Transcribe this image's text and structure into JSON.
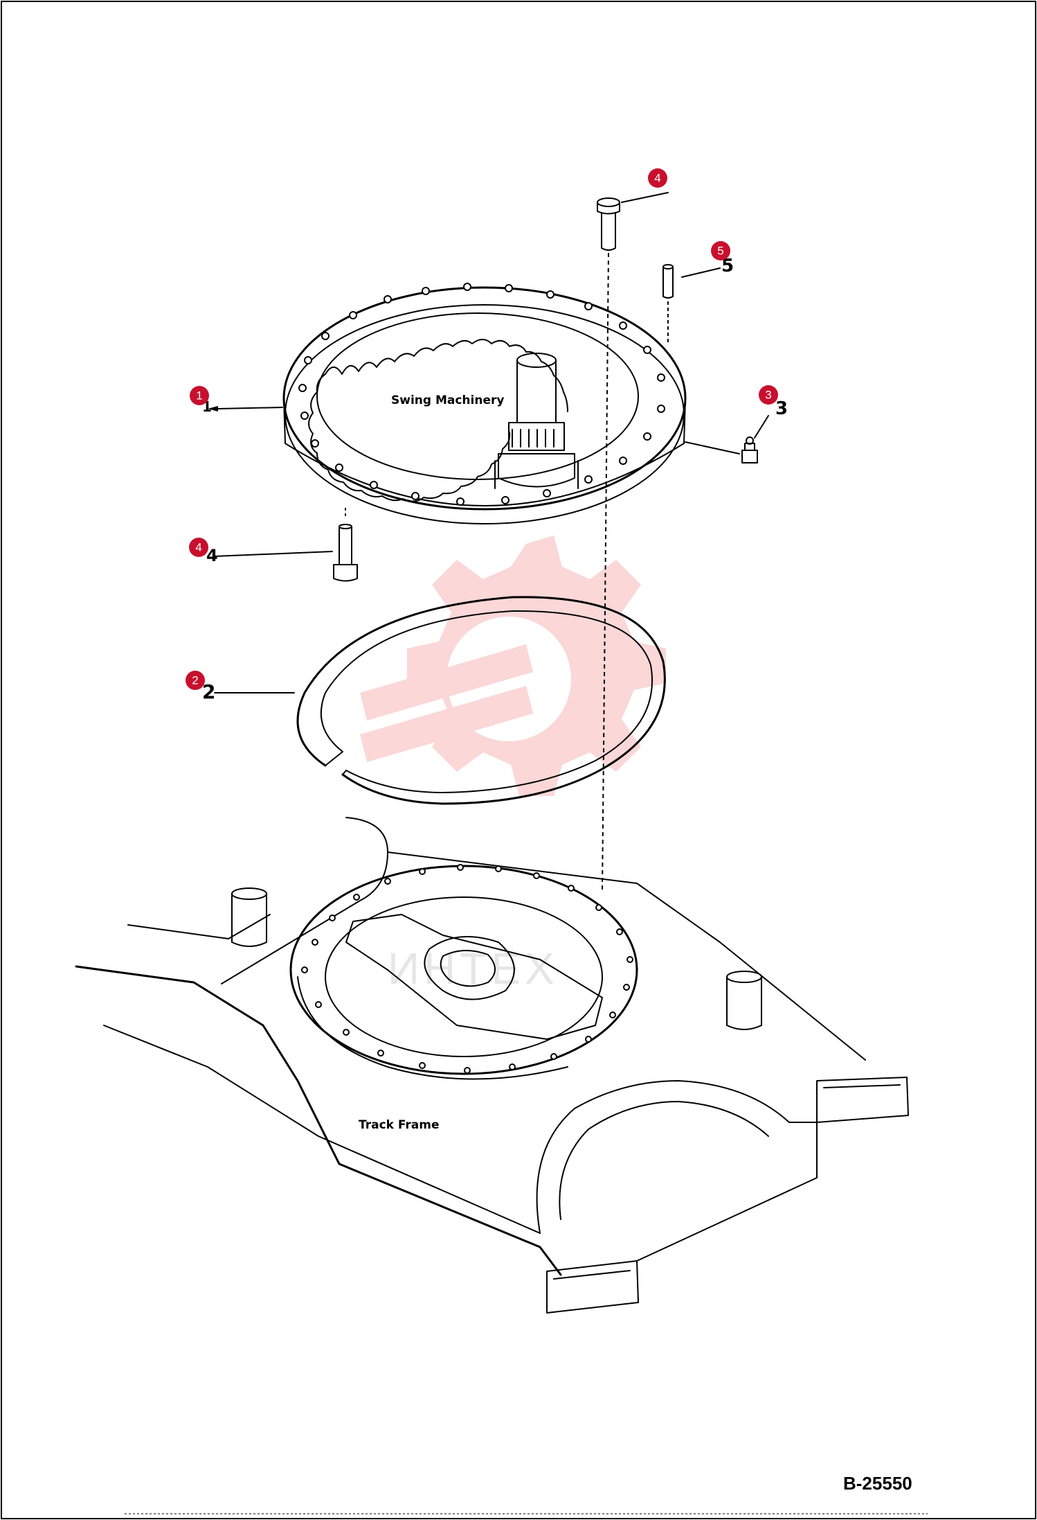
{
  "diagram": {
    "labels": {
      "swing_machinery": "Swing Machinery",
      "track_frame": "Track Frame",
      "drawing_code": "B-25550"
    },
    "callouts": [
      {
        "id": "1",
        "label": "1"
      },
      {
        "id": "2",
        "label": "2"
      },
      {
        "id": "3",
        "label": "3"
      },
      {
        "id": "4a",
        "label": "4"
      },
      {
        "id": "4b",
        "label": "4"
      },
      {
        "id": "5",
        "label": "5"
      }
    ],
    "watermark": {
      "text": "ИНТЕХ",
      "color": "#f4a6a6"
    },
    "colors": {
      "callout": "#c8102e",
      "ink": "#000000"
    }
  }
}
